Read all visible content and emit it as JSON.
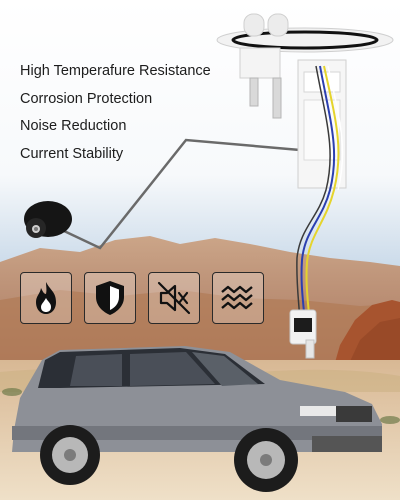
{
  "features": [
    {
      "label": "High Temperafure Resistance",
      "icon": "flame-icon"
    },
    {
      "label": "Corrosion Protection",
      "icon": "shield-icon"
    },
    {
      "label": "Noise Reduction",
      "icon": "speaker-mute-icon"
    },
    {
      "label": "Current Stability",
      "icon": "wave-icon"
    }
  ],
  "colors": {
    "sky_top": "#ffffff",
    "sky_bottom": "#b9cde0",
    "mountain": "#c9916a",
    "ground": "#e7d2b4",
    "suv_body": "#8c8f96",
    "accent_dark": "#1a1a1a"
  }
}
